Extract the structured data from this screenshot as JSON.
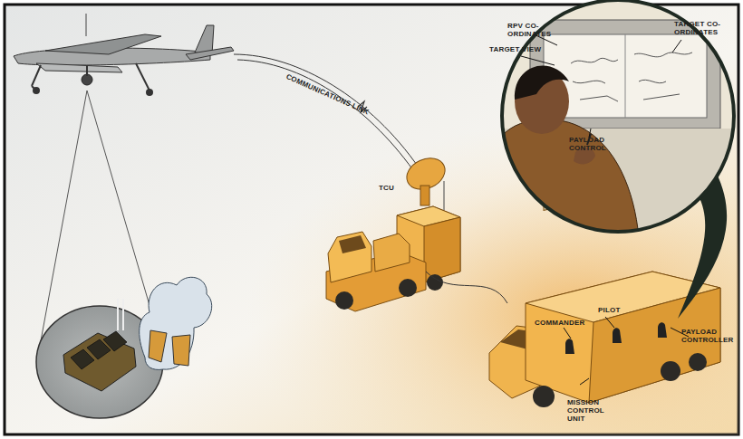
{
  "diagram": {
    "labels": [
      "COMMUNICATIONS LINK",
      "RPV CO-ORDINATES",
      "TARGET VIEW",
      "TARGET CO-ORDINATES",
      "PAYLOAD CONTROL",
      "TCU",
      "COMMANDER",
      "PILOT",
      "PAYLOAD CONTROLLER",
      "MISSION CONTROL UNIT"
    ]
  }
}
